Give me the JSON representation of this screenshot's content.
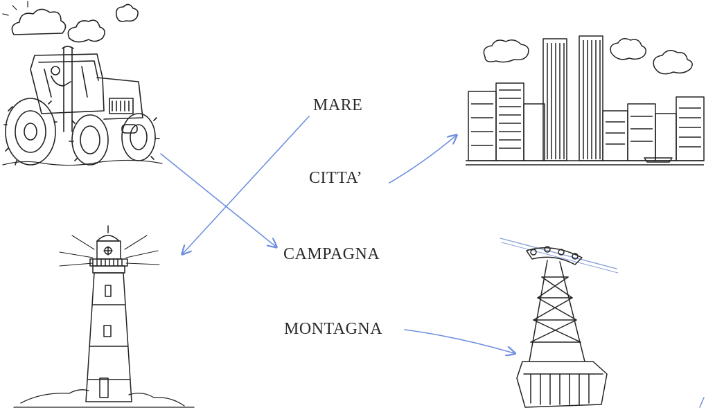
{
  "words": {
    "mare": "MARE",
    "citta": "CITTA’",
    "campagna": "CAMPAGNA",
    "montagna": "MONTAGNA"
  },
  "pictures": [
    "tractor",
    "city-skyline",
    "lighthouse",
    "cable-car"
  ],
  "connections": [
    {
      "from": "tractor",
      "to": "CAMPAGNA"
    },
    {
      "from": "MARE",
      "to": "lighthouse"
    },
    {
      "from": "CITTA’",
      "to": "city-skyline"
    },
    {
      "from": "MONTAGNA",
      "to": "cable-car"
    }
  ],
  "colors": {
    "ink": "#2a2a2a",
    "arrow": "#6f8fe0"
  }
}
